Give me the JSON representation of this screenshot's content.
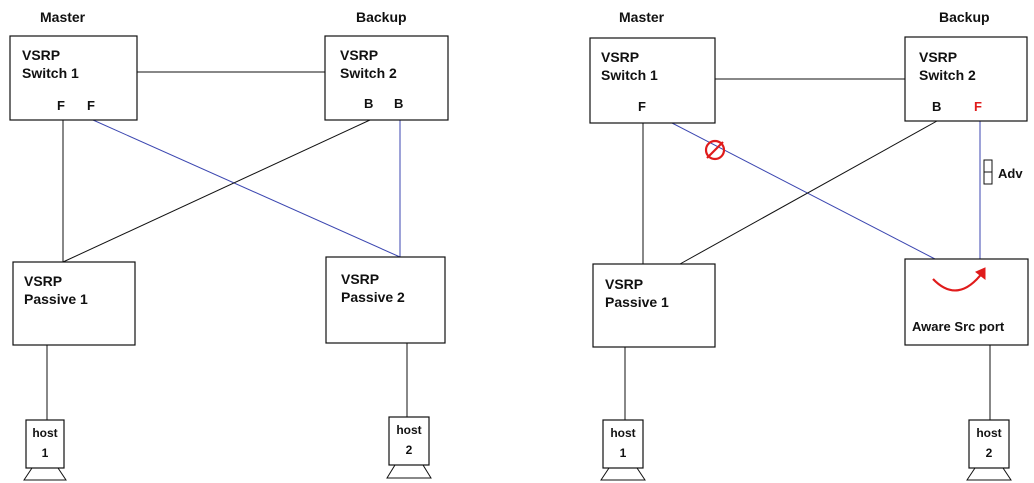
{
  "left": {
    "master_label": "Master",
    "backup_label": "Backup",
    "switch1": {
      "line1": "VSRP",
      "line2": "Switch 1",
      "port_a": "F",
      "port_b": "F"
    },
    "switch2": {
      "line1": "VSRP",
      "line2": "Switch 2",
      "port_a": "B",
      "port_b": "B"
    },
    "passive1": {
      "line1": "VSRP",
      "line2": "Passive 1"
    },
    "passive2": {
      "line1": "VSRP",
      "line2": "Passive 2"
    },
    "host1": {
      "line1": "host",
      "line2": "1"
    },
    "host2": {
      "line1": "host",
      "line2": "2"
    }
  },
  "right": {
    "master_label": "Master",
    "backup_label": "Backup",
    "switch1": {
      "line1": "VSRP",
      "line2": "Switch 1",
      "port_a": "F"
    },
    "switch2": {
      "line1": "VSRP",
      "line2": "Switch 2",
      "port_a": "B",
      "port_b": "F"
    },
    "passive1": {
      "line1": "VSRP",
      "line2": "Passive 1"
    },
    "aware": {
      "label": "Aware Src port"
    },
    "adv_label": "Adv",
    "host1": {
      "line1": "host",
      "line2": "1"
    },
    "host2": {
      "line1": "host",
      "line2": "2"
    }
  },
  "colors": {
    "line": "#111111",
    "link_blue": "#3b46b0",
    "alert_red": "#e01b1b"
  }
}
